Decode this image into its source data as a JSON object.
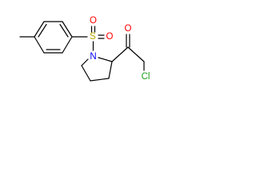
{
  "molecule": {
    "atoms": {
      "S": {
        "symbol": "S",
        "color": "#b8a500"
      },
      "O1": {
        "symbol": "O",
        "color": "#ff0000"
      },
      "O2": {
        "symbol": "O",
        "color": "#ff0000"
      },
      "N": {
        "symbol": "N",
        "color": "#0000ff"
      },
      "O3": {
        "symbol": "O",
        "color": "#ff0000"
      },
      "Cl": {
        "symbol": "Cl",
        "color": "#1fa01f"
      }
    }
  }
}
